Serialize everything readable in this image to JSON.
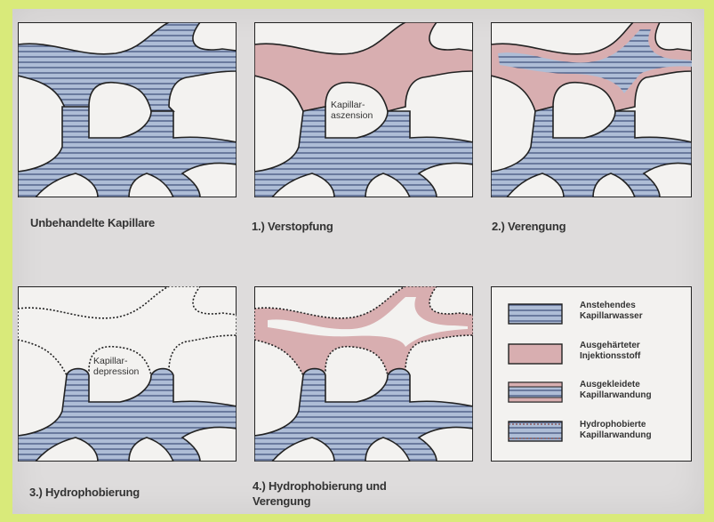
{
  "panels": [
    {
      "id": "unbehandelt",
      "caption": "Unbehandelte Kapillare"
    },
    {
      "id": "verstopfung",
      "caption": "1.) Verstopfung",
      "label_lines": [
        "Kapillar-",
        "aszension"
      ]
    },
    {
      "id": "verengung",
      "caption": "2.) Verengung"
    },
    {
      "id": "hydrophobierung",
      "caption": "3.) Hydrophobierung",
      "label_lines": [
        "Kapillar-",
        "depression"
      ]
    },
    {
      "id": "hydrophobierung-verengung",
      "caption_lines": [
        "4.) Hydrophobierung und",
        "Verengung"
      ]
    }
  ],
  "legend": [
    {
      "symbol": "water",
      "lines": [
        "Anstehendes",
        "Kapillarwasser"
      ]
    },
    {
      "symbol": "injection",
      "lines": [
        "Ausgehärteter",
        "Injektionsstoff"
      ]
    },
    {
      "symbol": "lined-wall",
      "lines": [
        "Ausgekleidete",
        "Kapillarwandung"
      ]
    },
    {
      "symbol": "hydrophobic-wall",
      "lines": [
        "Hydrophobierte",
        "Kapillarwandung"
      ]
    }
  ],
  "colors": {
    "background": "#d9ea7a",
    "paper": "#dedcdc",
    "water_fill": "#aebdd6",
    "water_lines": "#3c4d78",
    "injection": "#d8aeb0",
    "wall": "#333333"
  }
}
